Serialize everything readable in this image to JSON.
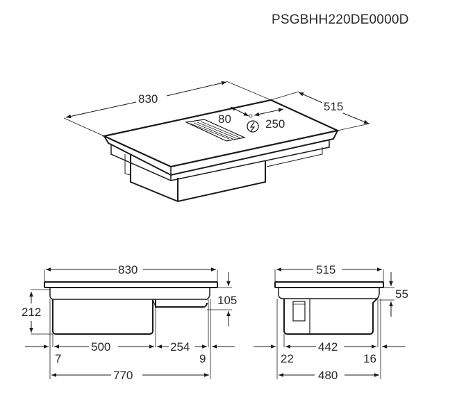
{
  "model_code": "PSGBHH220DE0000D",
  "iso_view": {
    "width_label": "830",
    "depth_label": "515",
    "edge_to_power_label": "80",
    "power_offset_label": "250",
    "power_icon": "lightning-bolt-icon"
  },
  "front_view": {
    "top_width_label": "830",
    "total_height_label": "212",
    "right_depth_label": "105",
    "left_box_label": "500",
    "right_box_label": "254",
    "left_offset_label": "7",
    "right_offset_label": "9",
    "cutout_width_label": "770"
  },
  "side_view": {
    "top_width_label": "515",
    "height_label": "55",
    "inner_width_label": "442",
    "left_offset_label": "22",
    "right_offset_label": "16",
    "cutout_width_label": "480"
  },
  "colors": {
    "line": "#1a1a1a",
    "thin_line": "#555555",
    "background": "#ffffff"
  }
}
